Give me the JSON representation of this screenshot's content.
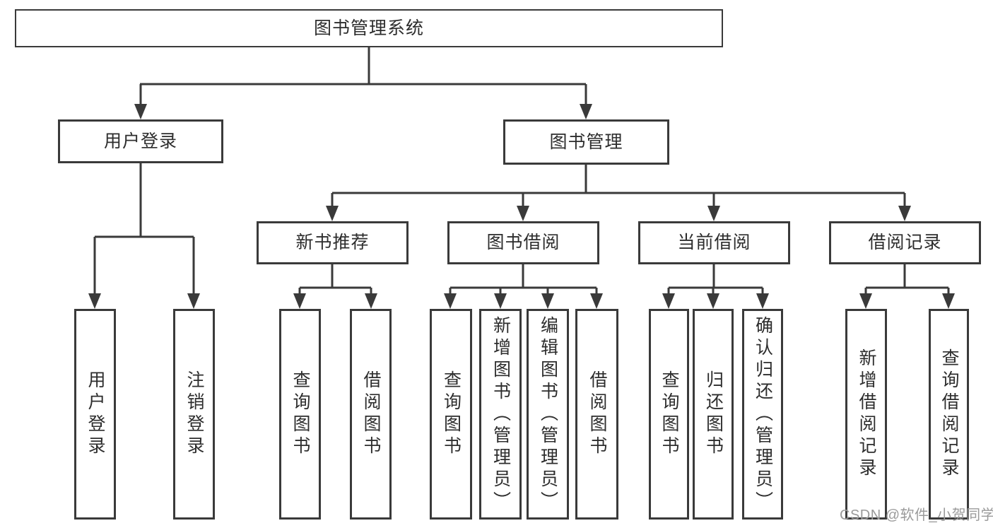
{
  "nodes": {
    "root": "图书管理系统",
    "user_login": "用户登录",
    "book_management": "图书管理",
    "new_book_recommend": "新书推荐",
    "book_borrowing": "图书借阅",
    "current_borrowing": "当前借阅",
    "borrowing_records": "借阅记录"
  },
  "leaves": {
    "user_login_children": [
      "用户登录",
      "注销登录"
    ],
    "new_book_children": [
      "查询图书",
      "借阅图书"
    ],
    "book_borrowing_children": [
      "查询图书",
      "新增图书（管理员）",
      "编辑图书（管理员）",
      "借阅图书"
    ],
    "current_borrowing_children": [
      "查询图书",
      "归还图书",
      "确认归还（管理员）"
    ],
    "borrowing_records_children": [
      "新增借阅记录",
      "查询借阅记录"
    ]
  },
  "watermark": "CSDN @软件_小贺同学",
  "colors": {
    "line": "#3a3a3a",
    "text": "#2d2d2d",
    "watermark": "#9a9a9a",
    "background": "#ffffff"
  }
}
